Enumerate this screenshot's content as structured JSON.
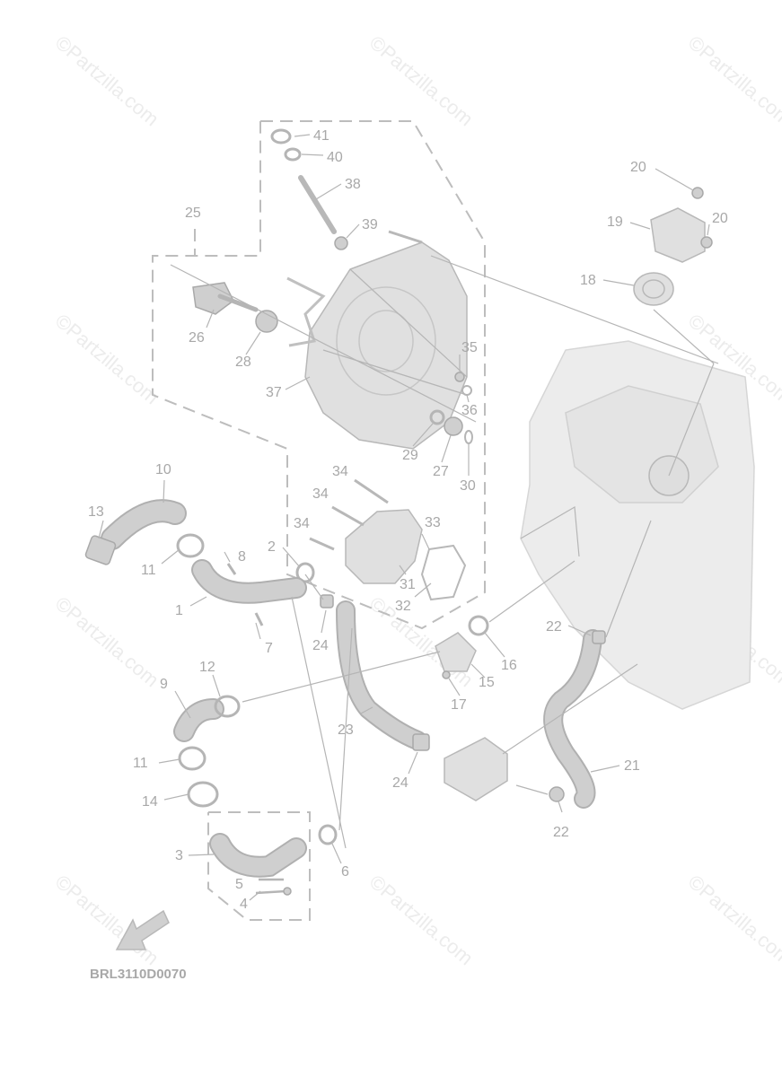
{
  "diagram": {
    "code": "BRL3110D0070",
    "watermark": "©Partzilla.com",
    "callouts": [
      "1",
      "2",
      "3",
      "4",
      "5",
      "6",
      "7",
      "8",
      "9",
      "10",
      "11",
      "11",
      "12",
      "13",
      "14",
      "15",
      "16",
      "17",
      "18",
      "19",
      "20",
      "20",
      "21",
      "22",
      "22",
      "23",
      "24",
      "24",
      "25",
      "26",
      "27",
      "28",
      "29",
      "30",
      "31",
      "32",
      "33",
      "34",
      "34",
      "34",
      "35",
      "36",
      "37",
      "38",
      "39",
      "40",
      "41"
    ]
  }
}
